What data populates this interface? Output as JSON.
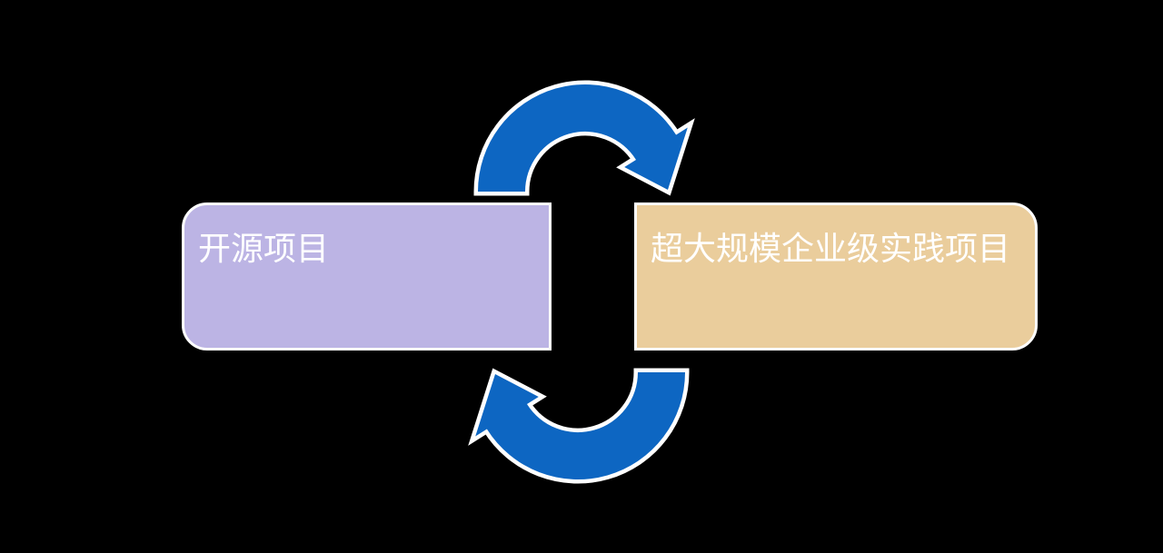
{
  "diagram": {
    "type": "cycle",
    "background_color": "#000000",
    "arrow_color": "#0D66C2",
    "arrow_outline_color": "#FFFFFF",
    "node_border_color": "#FFFFFF",
    "nodes": [
      {
        "label": "开源项目",
        "fill_color": "#BCB4E4",
        "text_color": "#FFFFFF"
      },
      {
        "label": "超大规模企业级实践项目",
        "fill_color": "#EACD9C",
        "text_color": "#FFFFFF"
      }
    ],
    "arrows": [
      {
        "name": "top-arrow",
        "direction": "left-to-right"
      },
      {
        "name": "bottom-arrow",
        "direction": "right-to-left"
      }
    ]
  }
}
